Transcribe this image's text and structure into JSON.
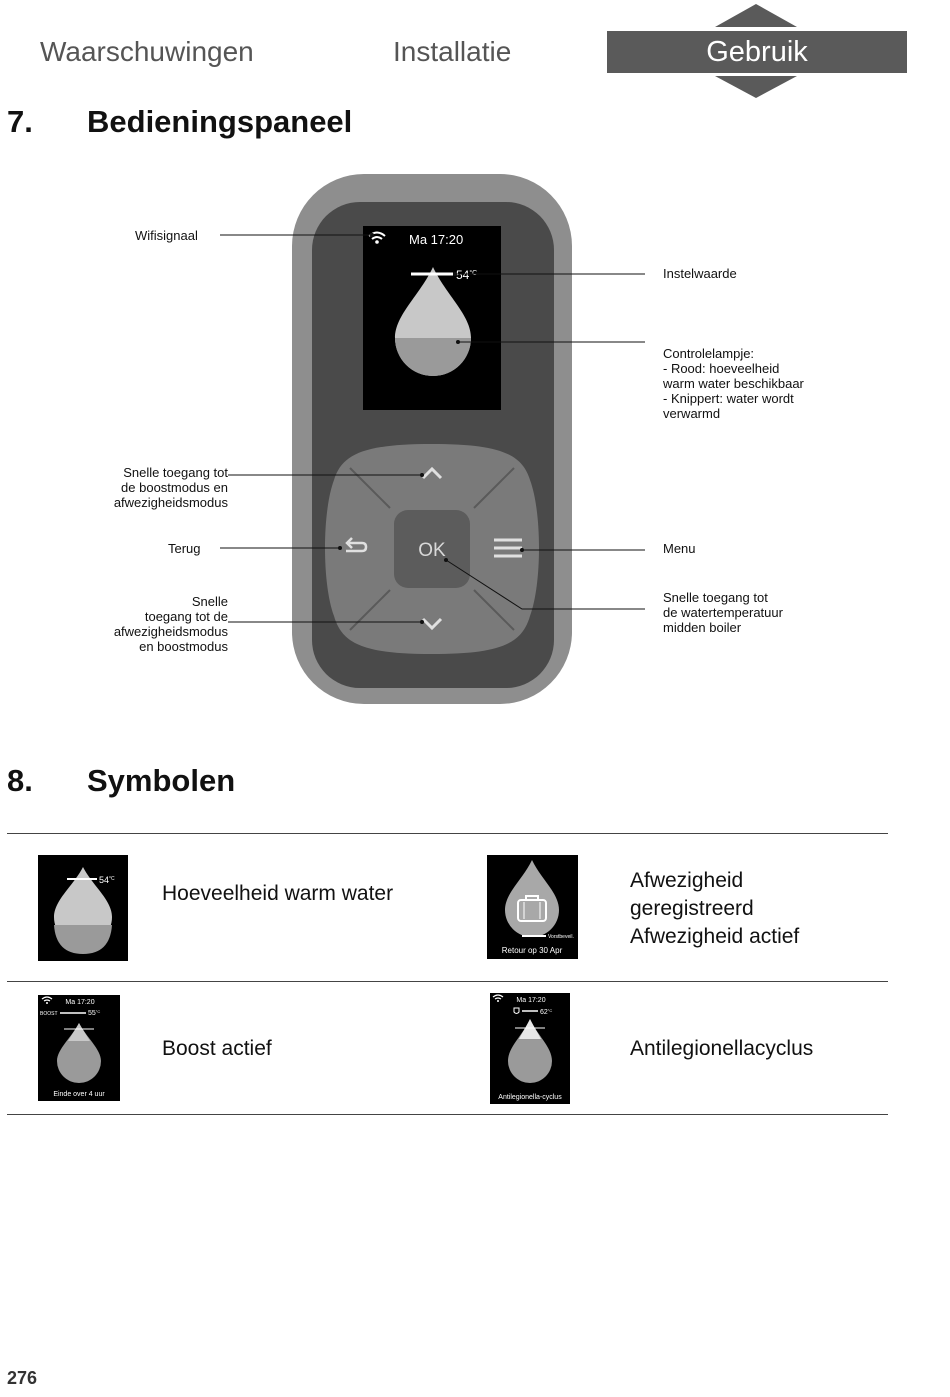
{
  "nav": {
    "tab1": "Waarschuwingen",
    "tab2": "Installatie",
    "tab3": "Gebruik"
  },
  "section7": {
    "number": "7.",
    "title": "Bedieningspaneel"
  },
  "device": {
    "time": "Ma 17:20",
    "setpoint": "54",
    "unit": "°C",
    "ok_label": "OK"
  },
  "callouts": {
    "wifi": "Wifisignaal",
    "setpoint": "Instelwaarde",
    "lamp": [
      "Controlelampje:",
      "- Rood: hoeveelheid",
      "warm water beschikbaar",
      "- Knippert: water wordt",
      "verwarmd"
    ],
    "up": [
      "Snelle toegang tot",
      "de boostmodus en",
      "afwezigheidsmodus"
    ],
    "back": "Terug",
    "menu": "Menu",
    "down": [
      "Snelle",
      "toegang tot de",
      "afwezigheidsmodus",
      "en boostmodus"
    ],
    "ok": [
      "Snelle toegang tot",
      "de watertemperatuur",
      "midden boiler"
    ]
  },
  "section8": {
    "number": "8.",
    "title": "Symbolen"
  },
  "symbols": {
    "s1": {
      "label": "Hoeveelheid warm water",
      "value": "54",
      "unit": "°C"
    },
    "s2": {
      "lines": [
        "Afwezigheid",
        "geregistreerd",
        "Afwezigheid actief"
      ],
      "tag": "Vorstbeveil.",
      "footer": "Retour op 30 Apr"
    },
    "s3": {
      "label": "Boost actief",
      "time": "Ma 17:20",
      "mode": "BOOST",
      "value": "55",
      "unit": "°C",
      "footer": "Einde over 4 uur"
    },
    "s4": {
      "label": "Antilegionellacyclus",
      "time": "Ma 17:20",
      "value": "62",
      "unit": "°C",
      "footer": "Antilegionella-cyclus"
    }
  },
  "page_number": "276",
  "colors": {
    "tab_active": "#5a5a5a",
    "device_outer": "#8e8e8e",
    "device_inner": "#4a4a4a",
    "screen": "#000000"
  }
}
